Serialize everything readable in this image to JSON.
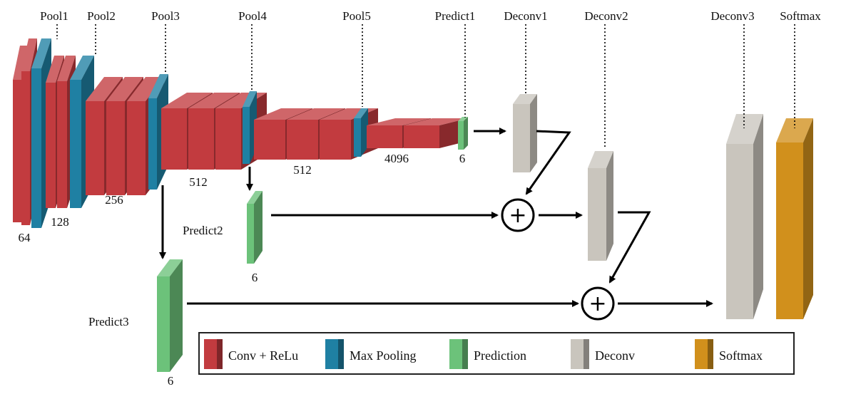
{
  "colors": {
    "conv": "#c23b3f",
    "pool": "#1f80a3",
    "prediction": "#6cc27a",
    "deconv": "#c9c5bd",
    "softmax": "#d1901c",
    "arrow": "#000000"
  },
  "top_labels": {
    "pool1": "Pool1",
    "pool2": "Pool2",
    "pool3": "Pool3",
    "pool4": "Pool4",
    "pool5": "Pool5",
    "predict1": "Predict1",
    "deconv1": "Deconv1",
    "deconv2": "Deconv2",
    "deconv3": "Deconv3",
    "softmax": "Softmax"
  },
  "dims": {
    "d64": "64",
    "d128": "128",
    "d256": "256",
    "d512a": "512",
    "d512b": "512",
    "d4096": "4096",
    "predict1": "6",
    "predict2": "6",
    "predict3": "6"
  },
  "side_labels": {
    "predict2": "Predict2",
    "predict3": "Predict3"
  },
  "sum_symbol": "+",
  "legend": [
    {
      "label": "Conv + ReLu",
      "color": "#c23b3f"
    },
    {
      "label": "Max Pooling",
      "color": "#1f80a3"
    },
    {
      "label": "Prediction",
      "color": "#6cc27a"
    },
    {
      "label": "Deconv",
      "color": "#c9c5bd"
    },
    {
      "label": "Softmax",
      "color": "#d1901c"
    }
  ]
}
